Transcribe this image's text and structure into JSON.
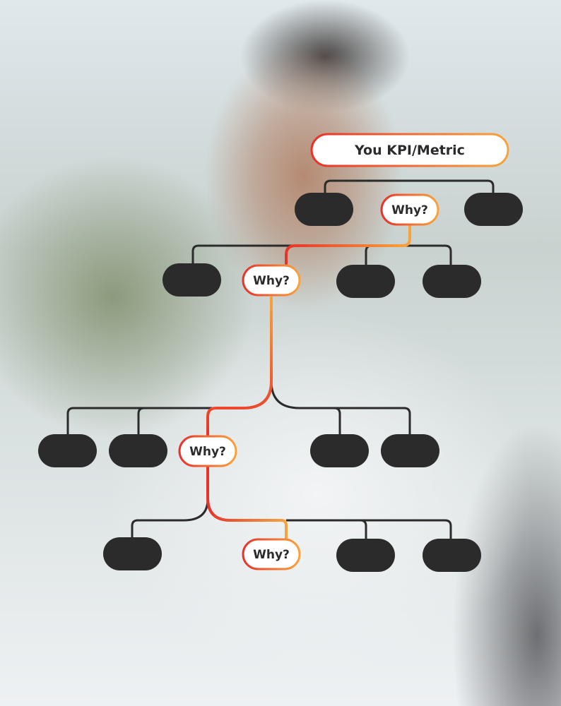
{
  "root": {
    "label": "You KPI/Metric"
  },
  "why_nodes": [
    "Why?",
    "Why?",
    "Why?",
    "Why?"
  ],
  "colors": {
    "node_dark": "#2b2b2b",
    "line_dark": "#2b2b2b",
    "accent_start": "#e8322a",
    "accent_end": "#f7a43c",
    "node_fill": "#ffffff"
  }
}
